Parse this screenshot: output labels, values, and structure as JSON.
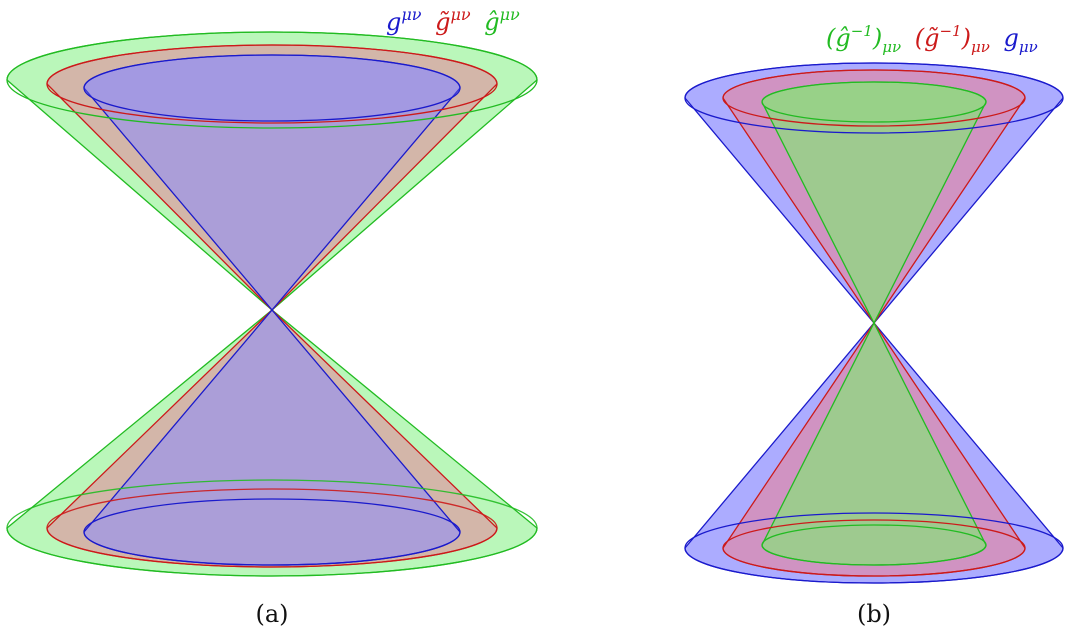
{
  "colors": {
    "blue_stroke": "#1a1acc",
    "blue_fill": "#5a5aff",
    "red_stroke": "#cc1a1a",
    "red_fill": "#e8829a",
    "green_stroke": "#22bb22",
    "green_fill": "#66ee66"
  },
  "panel_a": {
    "caption": "(a)",
    "legend": [
      {
        "base": "g",
        "accent": "",
        "sup": "μν",
        "sub": "",
        "color": "#1a1acc"
      },
      {
        "base": "g",
        "accent": "˜",
        "sup": "μν",
        "sub": "",
        "color": "#cc1a1a"
      },
      {
        "base": "g",
        "accent": "ˆ",
        "sup": "μν",
        "sub": "",
        "color": "#22bb22"
      }
    ],
    "cones": [
      {
        "name": "g-hat-upper-cone",
        "color": "green"
      },
      {
        "name": "g-tilde-upper-cone",
        "color": "red"
      },
      {
        "name": "g-upper-cone",
        "color": "blue"
      }
    ]
  },
  "panel_b": {
    "caption": "(b)",
    "legend": [
      {
        "text": "(ĝ⁻¹)",
        "sub": "μν",
        "color": "#22bb22"
      },
      {
        "text": "(g̃⁻¹)",
        "sub": "μν",
        "color": "#cc1a1a"
      },
      {
        "text": "g",
        "sub": "μν",
        "color": "#1a1acc"
      }
    ],
    "cones": [
      {
        "name": "g-lower-cone",
        "color": "blue"
      },
      {
        "name": "g-tilde-inverse-lower-cone",
        "color": "red"
      },
      {
        "name": "g-hat-inverse-lower-cone",
        "color": "green"
      }
    ]
  }
}
